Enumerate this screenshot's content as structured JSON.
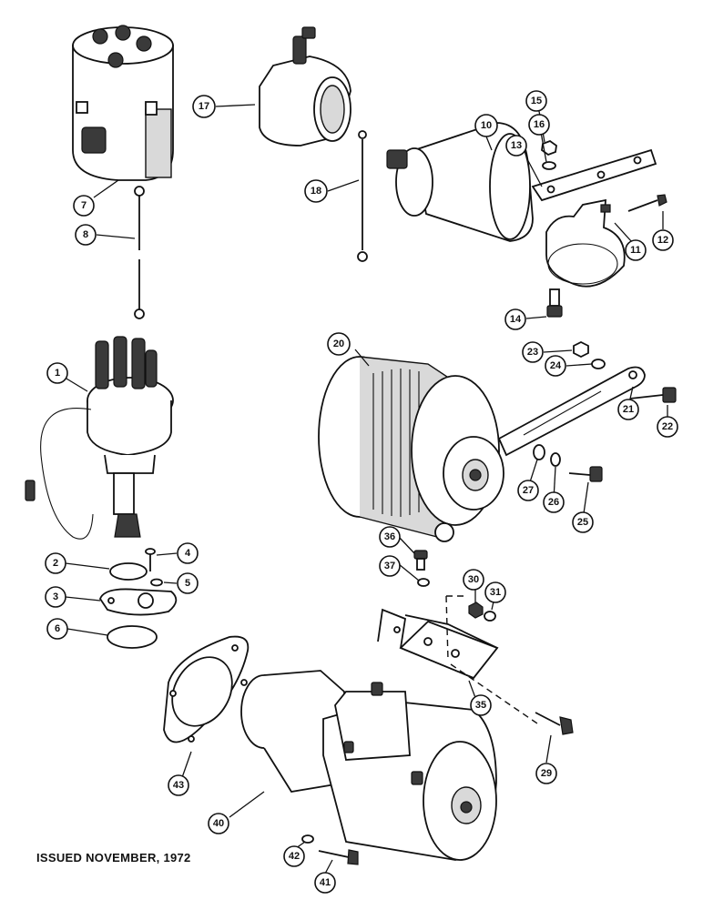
{
  "footer": {
    "issued": "ISSUED NOVEMBER, 1972"
  },
  "callouts": [
    {
      "id": "c7",
      "label": "7"
    },
    {
      "id": "c8",
      "label": "8"
    },
    {
      "id": "c17",
      "label": "17"
    },
    {
      "id": "c18",
      "label": "18"
    },
    {
      "id": "c10",
      "label": "10"
    },
    {
      "id": "c15",
      "label": "15"
    },
    {
      "id": "c16",
      "label": "16"
    },
    {
      "id": "c13",
      "label": "13"
    },
    {
      "id": "c12",
      "label": "12"
    },
    {
      "id": "c11",
      "label": "11"
    },
    {
      "id": "c14",
      "label": "14"
    },
    {
      "id": "c1",
      "label": "1"
    },
    {
      "id": "c20",
      "label": "20"
    },
    {
      "id": "c23",
      "label": "23"
    },
    {
      "id": "c24",
      "label": "24"
    },
    {
      "id": "c21",
      "label": "21"
    },
    {
      "id": "c22",
      "label": "22"
    },
    {
      "id": "c27",
      "label": "27"
    },
    {
      "id": "c26",
      "label": "26"
    },
    {
      "id": "c25",
      "label": "25"
    },
    {
      "id": "c2",
      "label": "2"
    },
    {
      "id": "c4",
      "label": "4"
    },
    {
      "id": "c5",
      "label": "5"
    },
    {
      "id": "c3",
      "label": "3"
    },
    {
      "id": "c6",
      "label": "6"
    },
    {
      "id": "c36",
      "label": "36"
    },
    {
      "id": "c37",
      "label": "37"
    },
    {
      "id": "c30",
      "label": "30"
    },
    {
      "id": "c31",
      "label": "31"
    },
    {
      "id": "c35",
      "label": "35"
    },
    {
      "id": "c29",
      "label": "29"
    },
    {
      "id": "c43",
      "label": "43"
    },
    {
      "id": "c40",
      "label": "40"
    },
    {
      "id": "c42",
      "label": "42"
    },
    {
      "id": "c41",
      "label": "41"
    }
  ]
}
